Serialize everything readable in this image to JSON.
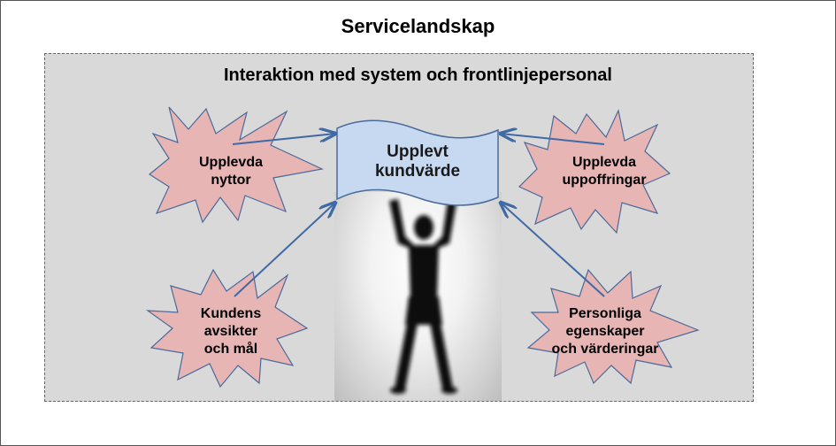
{
  "title": "Servicelandskap",
  "subtitle": "Interaktion med system och frontlinjepersonal",
  "center": {
    "line1": "Upplevt",
    "line2": "kundvärde"
  },
  "bursts": {
    "top_left": {
      "line1": "Upplevda",
      "line2": "nyttor"
    },
    "top_right": {
      "line1": "Upplevda",
      "line2": "uppoffringar"
    },
    "bottom_left": {
      "line1": "Kundens",
      "line2": "avsikter",
      "line3": "och mål"
    },
    "bottom_right": {
      "line1": "Personliga",
      "line2": "egenskaper",
      "line3": "och värderingar"
    }
  },
  "colors": {
    "burst_fill": "#e8b5b5",
    "burst_stroke": "#4a6a9a",
    "flag_fill": "#c6d9f1",
    "arrow": "#3f6aa5",
    "panel": "#d9d9d9"
  }
}
